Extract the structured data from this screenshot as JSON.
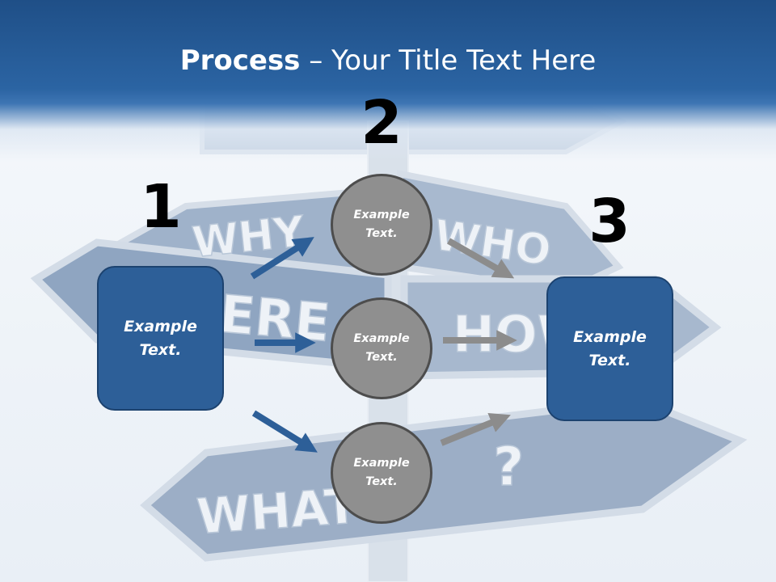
{
  "slide": {
    "title_bold": "Process",
    "title_rest": " – Your Title Text Here"
  },
  "background": {
    "signs": [
      "WHY",
      "WHO",
      "ERE",
      "HOW",
      "WHAT",
      "?"
    ]
  },
  "steps": {
    "one": {
      "number": "1",
      "box_text": "Example Text."
    },
    "two": {
      "number": "2",
      "circles": [
        "Example Text.",
        "Example Text.",
        "Example Text."
      ]
    },
    "three": {
      "number": "3",
      "box_text": "Example Text."
    }
  },
  "colors": {
    "header": "#2b64a3",
    "box_fill": "#2d5f98",
    "circle_fill": "#8f8f8f",
    "blue_arrow": "#2d5f98",
    "gray_arrow": "#8c8c8c"
  }
}
